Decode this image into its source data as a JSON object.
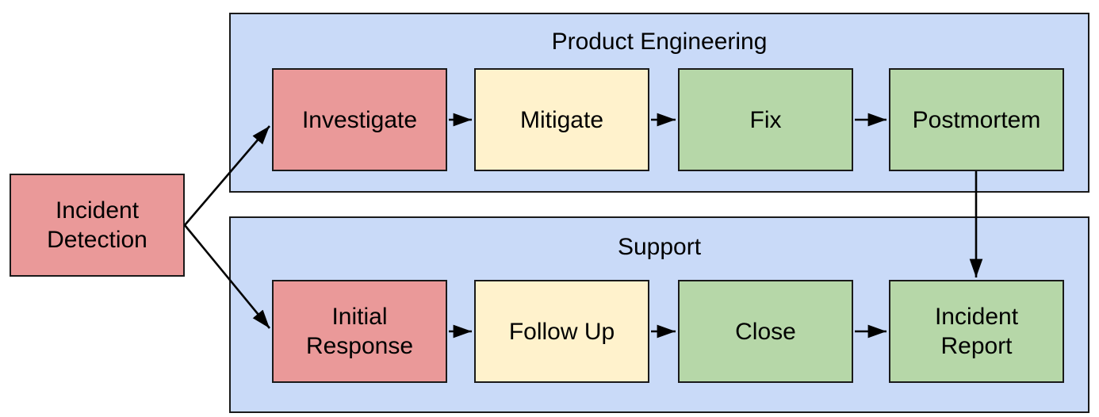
{
  "diagram": {
    "title_visible": false,
    "colors": {
      "lane_fill": "#c9daf8",
      "stroke": "#1a1a1a",
      "node_red": "#ea9999",
      "node_yellow": "#fff2cc",
      "node_green": "#b6d7a8",
      "canvas": "#ffffff"
    },
    "start_node": {
      "label": "Incident\nDetection",
      "color": "#ea9999"
    },
    "lanes": [
      {
        "id": "product-engineering",
        "title": "Product Engineering",
        "nodes": [
          {
            "id": "investigate",
            "label": "Investigate",
            "color": "#ea9999"
          },
          {
            "id": "mitigate",
            "label": "Mitigate",
            "color": "#fff2cc"
          },
          {
            "id": "fix",
            "label": "Fix",
            "color": "#b6d7a8"
          },
          {
            "id": "postmortem",
            "label": "Postmortem",
            "color": "#b6d7a8"
          }
        ]
      },
      {
        "id": "support",
        "title": "Support",
        "nodes": [
          {
            "id": "initial-response",
            "label": "Initial\nResponse",
            "color": "#ea9999"
          },
          {
            "id": "follow-up",
            "label": "Follow Up",
            "color": "#fff2cc"
          },
          {
            "id": "close",
            "label": "Close",
            "color": "#b6d7a8"
          },
          {
            "id": "incident-report",
            "label": "Incident\nReport",
            "color": "#b6d7a8"
          }
        ]
      }
    ],
    "edges": [
      {
        "from": "incident-detection",
        "to": "investigate",
        "kind": "diagonal"
      },
      {
        "from": "incident-detection",
        "to": "initial-response",
        "kind": "diagonal"
      },
      {
        "from": "investigate",
        "to": "mitigate",
        "kind": "horizontal"
      },
      {
        "from": "mitigate",
        "to": "fix",
        "kind": "horizontal"
      },
      {
        "from": "fix",
        "to": "postmortem",
        "kind": "horizontal"
      },
      {
        "from": "initial-response",
        "to": "follow-up",
        "kind": "horizontal"
      },
      {
        "from": "follow-up",
        "to": "close",
        "kind": "horizontal"
      },
      {
        "from": "close",
        "to": "incident-report",
        "kind": "horizontal"
      },
      {
        "from": "postmortem",
        "to": "incident-report",
        "kind": "vertical"
      }
    ]
  }
}
